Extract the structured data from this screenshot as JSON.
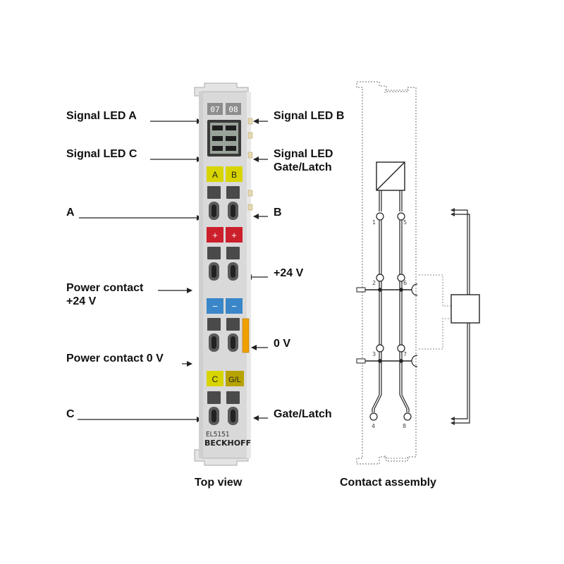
{
  "module": {
    "top_led_numbers": [
      "07",
      "08"
    ],
    "channel_labels": [
      "A",
      "B",
      "C",
      "G/L"
    ],
    "plus_symbol": "+",
    "minus_symbol": "−",
    "model": "EL5151",
    "brand": "BECKHOFF",
    "terminal_numbers": [
      "1",
      "5",
      "2",
      "6",
      "3",
      "7",
      "4",
      "8"
    ]
  },
  "labels": {
    "signal_led_a": "Signal LED A",
    "signal_led_b": "Signal LED B",
    "signal_led_c": "Signal LED C",
    "signal_led_gl_line1": "Signal LED",
    "signal_led_gl_line2": "Gate/Latch",
    "a": "A",
    "b": "B",
    "plus24v": "+24 V",
    "power_contact_24v_line1": "Power contact",
    "power_contact_24v_line2": "+24 V",
    "zero_v": "0 V",
    "power_contact_0v": "Power contact 0 V",
    "c": "C",
    "gate_latch": "Gate/Latch"
  },
  "captions": {
    "top_view": "Top view",
    "contact_assembly": "Contact assembly"
  },
  "colors": {
    "housing": "#d9d9d9",
    "yellow": "#d8d400",
    "gl_olive": "#b7a300",
    "red": "#cc1f2c",
    "blue": "#3a86c8",
    "orange": "#f0a000",
    "dark": "#3a3a3a",
    "line": "#222222",
    "dotted": "#888888"
  }
}
